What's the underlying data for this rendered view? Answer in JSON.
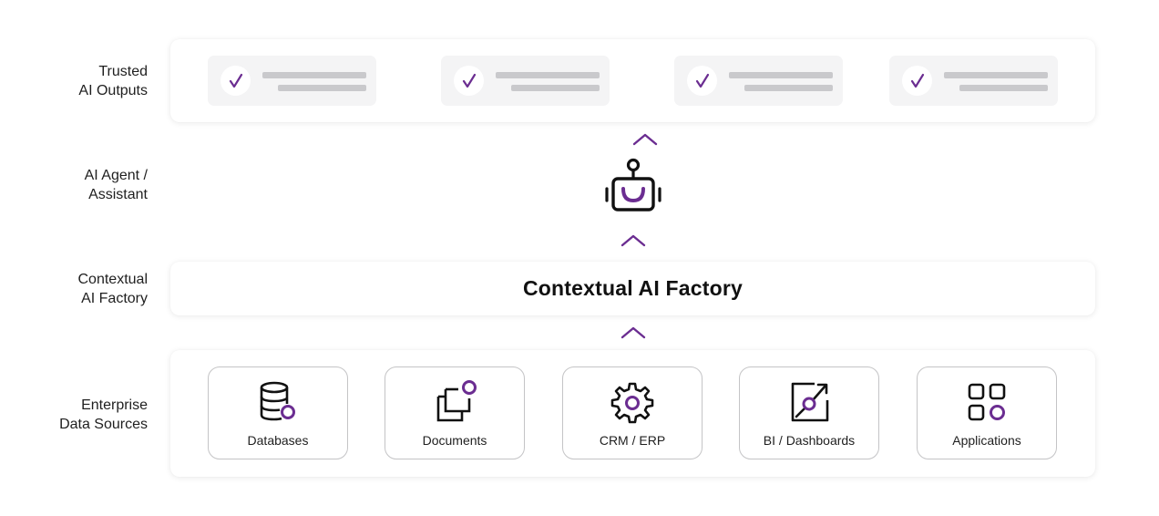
{
  "rows": {
    "outputs_label": [
      "Trusted",
      "AI Outputs"
    ],
    "agent_label": [
      "AI Agent /",
      "Assistant"
    ],
    "factory_label": [
      "Contextual",
      "AI Factory"
    ],
    "sources_label": [
      "Enterprise",
      "Data Sources"
    ]
  },
  "factory": {
    "title": "Contextual AI Factory"
  },
  "sources": [
    {
      "label": "Databases",
      "icon": "database-icon"
    },
    {
      "label": "Documents",
      "icon": "documents-icon"
    },
    {
      "label": "CRM / ERP",
      "icon": "gear-icon"
    },
    {
      "label": "BI / Dashboards",
      "icon": "dashboard-chart-icon"
    },
    {
      "label": "Applications",
      "icon": "apps-grid-icon"
    }
  ],
  "outputs": [
    {
      "icon": "checkmark-icon"
    },
    {
      "icon": "checkmark-icon"
    },
    {
      "icon": "checkmark-icon"
    },
    {
      "icon": "checkmark-icon"
    }
  ],
  "agent": {
    "icon": "robot-icon"
  },
  "colors": {
    "accent": "#6b2d91",
    "ink": "#111111",
    "placeholder_bar": "#c9c9cc",
    "card_bg": "#f4f4f5"
  }
}
